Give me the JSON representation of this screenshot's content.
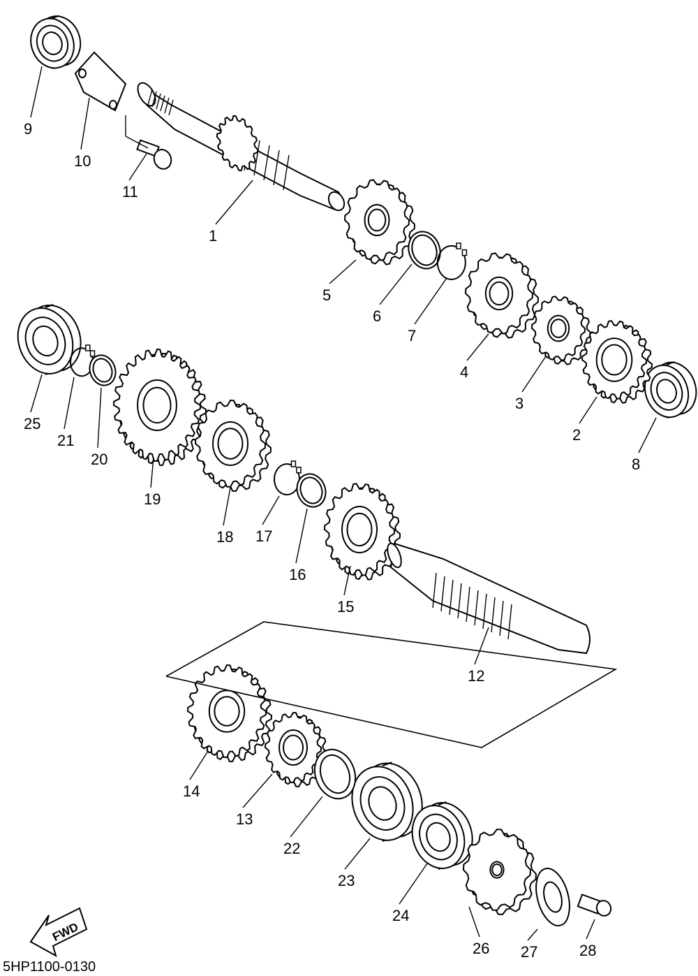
{
  "diagram_code": "5HP1100-0130",
  "fwd_label": "FWD",
  "callouts": [
    "1",
    "2",
    "3",
    "4",
    "5",
    "6",
    "7",
    "8",
    "9",
    "10",
    "11",
    "12",
    "13",
    "14",
    "15",
    "16",
    "17",
    "18",
    "19",
    "20",
    "21",
    "22",
    "23",
    "24",
    "25",
    "26",
    "27",
    "28"
  ]
}
